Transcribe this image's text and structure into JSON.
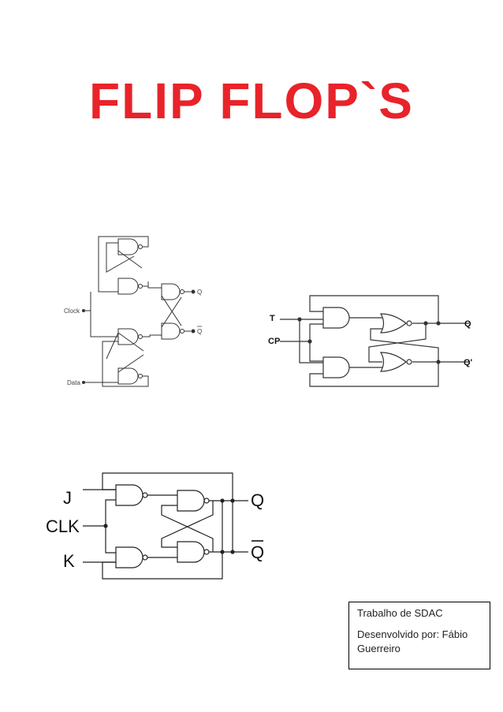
{
  "document": {
    "title": "FLIP FLOP`S",
    "title_color": "#e8232a"
  },
  "diagrams": {
    "d_latch": {
      "labels": {
        "clock": "Clock",
        "data": "Data",
        "q": "Q",
        "q_bar": "Q"
      }
    },
    "t_flipflop": {
      "labels": {
        "t": "T",
        "cp": "CP",
        "q": "Q",
        "q_prime": "Q'"
      }
    },
    "jk_flipflop": {
      "labels": {
        "j": "J",
        "clk": "CLK",
        "k": "K",
        "q": "Q",
        "q_bar": "Q"
      }
    }
  },
  "credit": {
    "line1": "Trabalho de SDAC",
    "line2": "Desenvolvido por: Fábio",
    "line3": "Guerreiro"
  }
}
